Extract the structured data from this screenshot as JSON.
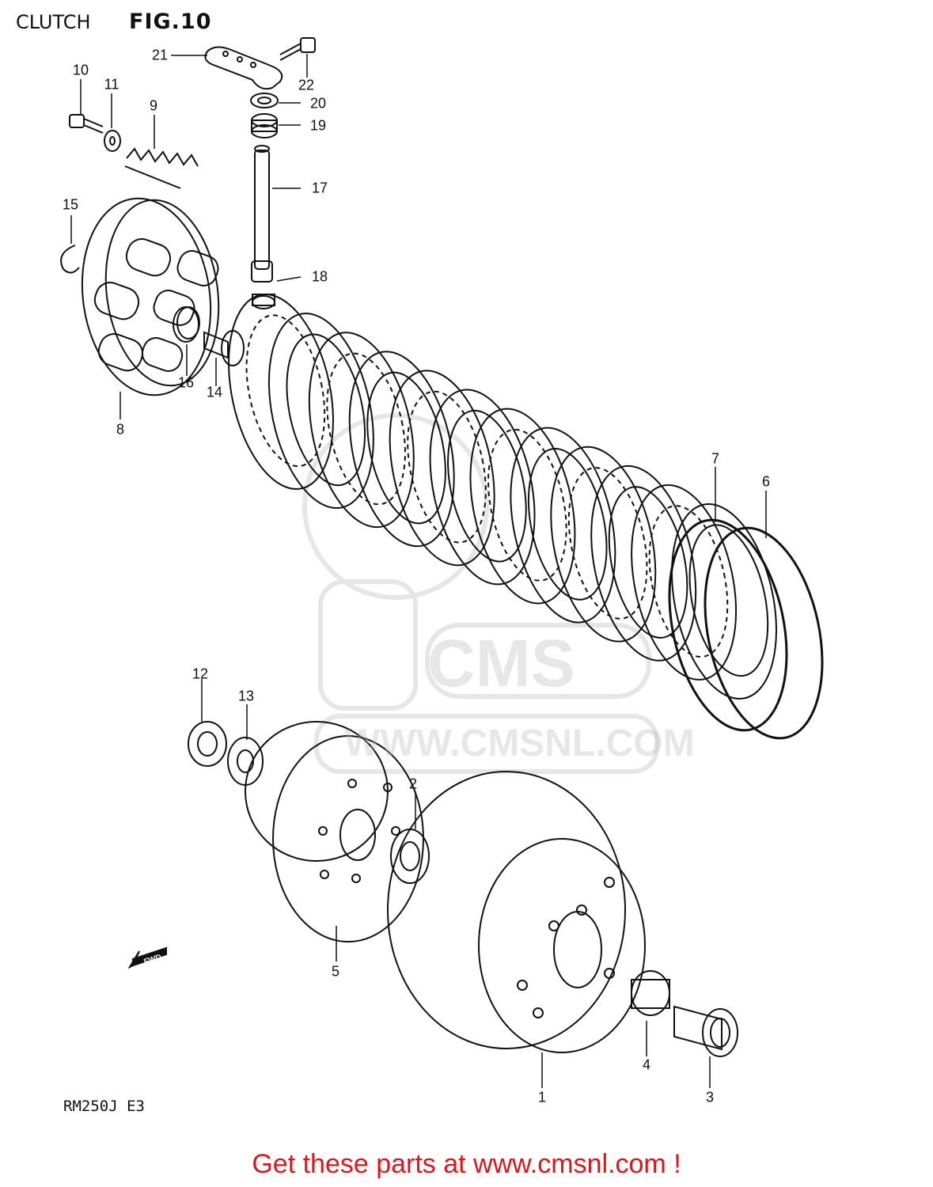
{
  "header": {
    "title": "CLUTCH",
    "figure": "FIG.10"
  },
  "model_code": "RM250J E3",
  "footer": {
    "link_text": "Get these parts at www.cmsnl.com !",
    "link_color": "#e0141b"
  },
  "watermark": {
    "logo": "CMS",
    "url": "WWW.CMSNL.COM"
  },
  "callouts": {
    "c1": "1",
    "c2": "2",
    "c3": "3",
    "c4": "4",
    "c5": "5",
    "c6": "6",
    "c7": "7",
    "c8": "8",
    "c9": "9",
    "c10": "10",
    "c11": "11",
    "c12": "12",
    "c13": "13",
    "c14": "14",
    "c15": "15",
    "c16": "16",
    "c17": "17",
    "c18": "18",
    "c19": "19",
    "c20": "20",
    "c21": "21",
    "c22": "22"
  },
  "fwd_arrow": {
    "label": "FWD",
    "icon": "forward-arrow-icon"
  },
  "colors": {
    "line": "#111111",
    "footer": "#e0141b",
    "watermark": "#bcbcbc"
  }
}
